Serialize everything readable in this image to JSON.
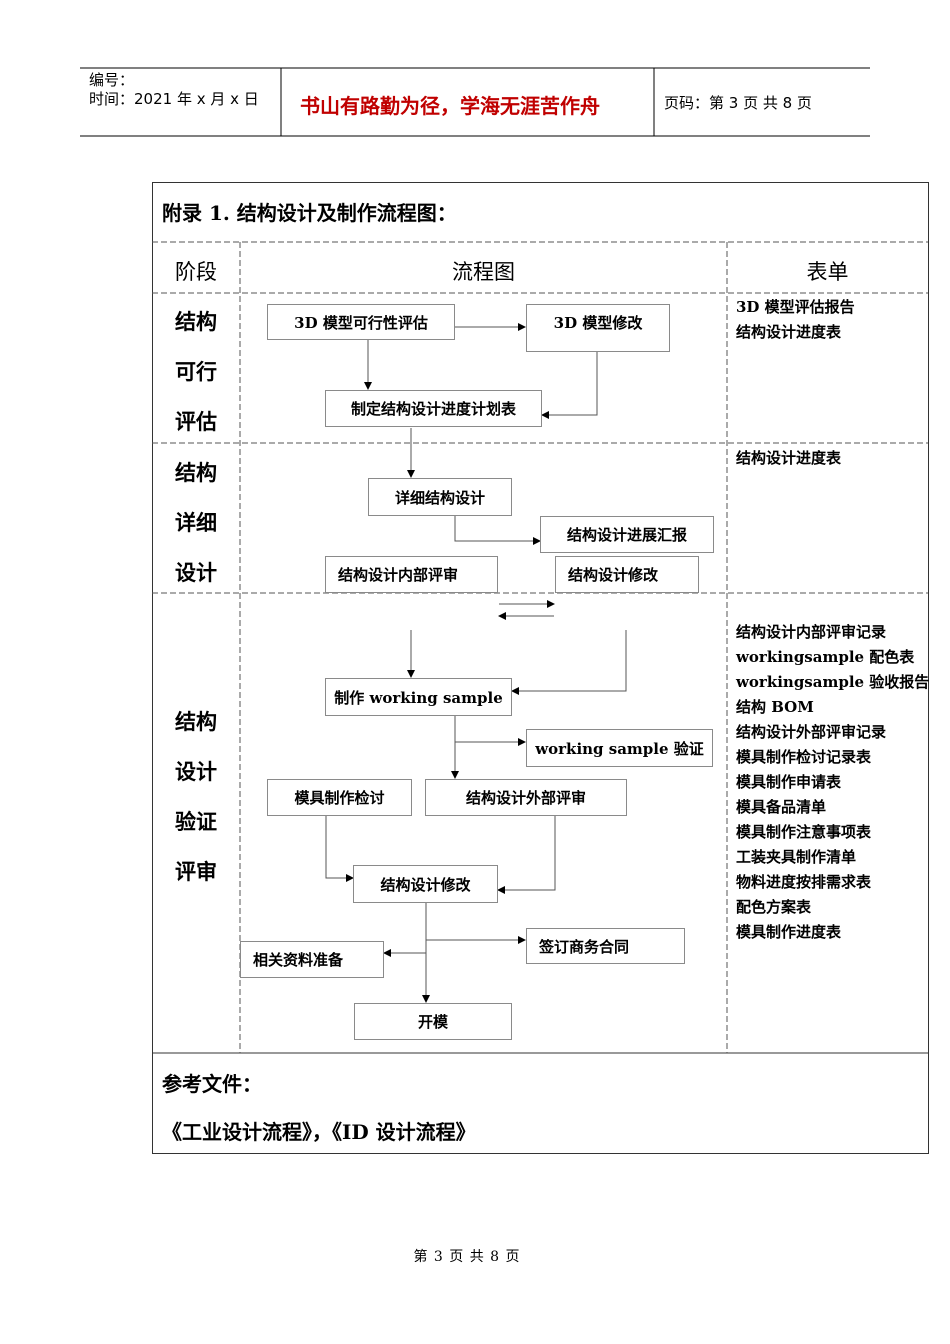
{
  "header": {
    "number_label": "编号：",
    "date_label": "时间：2021 年 x 月 x 日",
    "motto": "书山有路勤为径，学海无涯苦作舟",
    "page_label": "页码：第 3 页  共 8 页"
  },
  "table": {
    "title": "附录 1. 结构设计及制作流程图：",
    "columns": {
      "stage": "阶段",
      "flow": "流程图",
      "forms": "表单"
    },
    "stages": [
      {
        "lines": [
          "结构",
          "可行",
          "评估"
        ]
      },
      {
        "lines": [
          "结构",
          "详细",
          "设计"
        ]
      },
      {
        "lines": [
          "结构",
          "设计",
          "验证",
          "评审"
        ]
      }
    ],
    "forms": [
      [
        "3D 模型评估报告",
        "结构设计进度表"
      ],
      [
        "结构设计进度表"
      ],
      [
        "结构设计内部评审记录",
        "workingsample 配色表",
        "workingsample 验收报告",
        "结构 BOM",
        "结构设计外部评审记录",
        "模具制作检讨记录表",
        "模具制作申请表",
        "模具备品清单",
        "模具制作注意事项表",
        "工装夹具制作清单",
        "物料进度按排需求表",
        "配色方案表",
        "模具制作进度表"
      ]
    ],
    "flow": {
      "model_eval": "3D 模型可行性评估",
      "model_modify": "3D 模型修改",
      "schedule_plan": "制定结构设计进度计划表",
      "detail_design": "详细结构设计",
      "progress_report": "结构设计进展汇报",
      "internal_review": "结构设计内部评审",
      "design_modify_1": "结构设计修改",
      "make_sample": "制作 working sample",
      "sample_verify": "working sample 验证",
      "mold_review": "模具制作检讨",
      "external_review": "结构设计外部评审",
      "design_modify_2": "结构设计修改",
      "docs_prepare": "相关资料准备",
      "sign_contract": "签订商务合同",
      "open_mold": "开模"
    },
    "reference_label": "参考文件：",
    "reference_docs": "《工业设计流程》，《ID 设计流程》"
  },
  "footer": {
    "page": "第 3 页 共 8 页"
  }
}
